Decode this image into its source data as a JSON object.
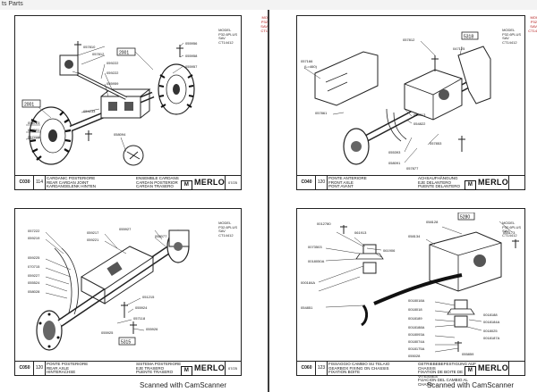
{
  "tab": {
    "label": "ts Parts"
  },
  "caption": "Scanned with CamScanner",
  "model_block": {
    "label_model": "MODEL",
    "model": "P32.6PLUS",
    "label_sav": "SAV",
    "sav": "CT14412"
  },
  "brand": "MERLO",
  "sheets": [
    {
      "code": "C030",
      "num": "114",
      "desc": [
        "CARDANIC POSTERIORE",
        "REAR CARDAN JOINT",
        "KARDANGELENK HINTEN",
        "CARDAN POSTERIEUR"
      ],
      "desc2": [
        "ENSEMBLE CARDANS",
        "CARDAN POSTERIOR",
        "CARDAN TRASERO"
      ],
      "ref": "07/25",
      "callouts": [
        "2001",
        "2001",
        "2302"
      ],
      "parts": [
        "057810",
        "057812",
        "059222",
        "059222",
        "055956",
        "055958",
        "055957",
        "055959",
        "054233",
        "056723",
        "057001",
        "057723",
        "058094"
      ]
    },
    {
      "code": "C040",
      "num": "120",
      "desc": [
        "PONTE ANTERIORE",
        "FRONT AXLE",
        "VORDERACHSE",
        "PONT AVANT"
      ],
      "desc2": [
        "ACHSAUFHÄNGUNG",
        "EJE DELANTERO",
        "PUENTE DELANTERO"
      ],
      "ref": "",
      "callouts": [
        "5318"
      ],
      "parts": [
        "057812",
        "047125",
        "057166",
        "057861",
        "055313",
        "054822",
        "055393",
        "058091",
        "057853",
        "057877",
        "(L=460)"
      ]
    },
    {
      "code": "C050",
      "num": "120",
      "desc": [
        "PONTE POSTERIORE",
        "REAR AXLE",
        "HINTERACHSE",
        "PONT ARRIERE"
      ],
      "desc2": [
        "SISTEMA POSTERIORE",
        "EJE TRASERO",
        "PUENTE TRASERO"
      ],
      "ref": "07/25",
      "callouts": [
        "5315"
      ],
      "parts": [
        "057222",
        "059219",
        "059217",
        "055927",
        "059221",
        "058077",
        "059225",
        "070715",
        "059227",
        "055524",
        "058028",
        "051215",
        "055924",
        "057118",
        "055926",
        "055925"
      ]
    },
    {
      "code": "C060",
      "num": "123",
      "desc": [
        "FISSAGGIO CAMBIO SU TELAIO",
        "GEARBOX FIXING ON CHASSIS",
        "FIXATION BOITE",
        "FIJACION CAJA"
      ],
      "desc2": [
        "GETRIEBEBEFESTIGUNG AUF CHASSIS",
        "FIXATION DE BOITE DE VITESSES",
        "FIJACION DEL CAMBIO AL CHASIS"
      ],
      "ref": "",
      "callouts": [
        "5280"
      ],
      "parts": [
        "0012780",
        "061913",
        "0073503",
        "0018050A",
        "061906",
        "000184A",
        "054851",
        "058128",
        "058134",
        "0018188",
        "0018184A",
        "0018018A",
        "0018018",
        "0018189",
        "0018025",
        "0018187A",
        "0018188A",
        "0018093A",
        "0018074A",
        "0018175A",
        "055859",
        "055028",
        "054173"
      ]
    }
  ],
  "edge_left": [
    "MO",
    "P32",
    "SAV",
    "CT1"
  ],
  "edge_right": [
    "MOI",
    "P32",
    "SAV",
    "CT14"
  ]
}
